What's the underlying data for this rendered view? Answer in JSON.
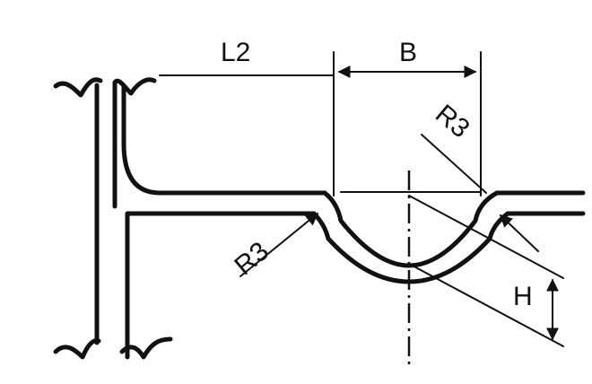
{
  "labels": {
    "l2": "L2",
    "b": "B",
    "r3_top": "R3",
    "r3_left": "R3",
    "h": "H"
  }
}
